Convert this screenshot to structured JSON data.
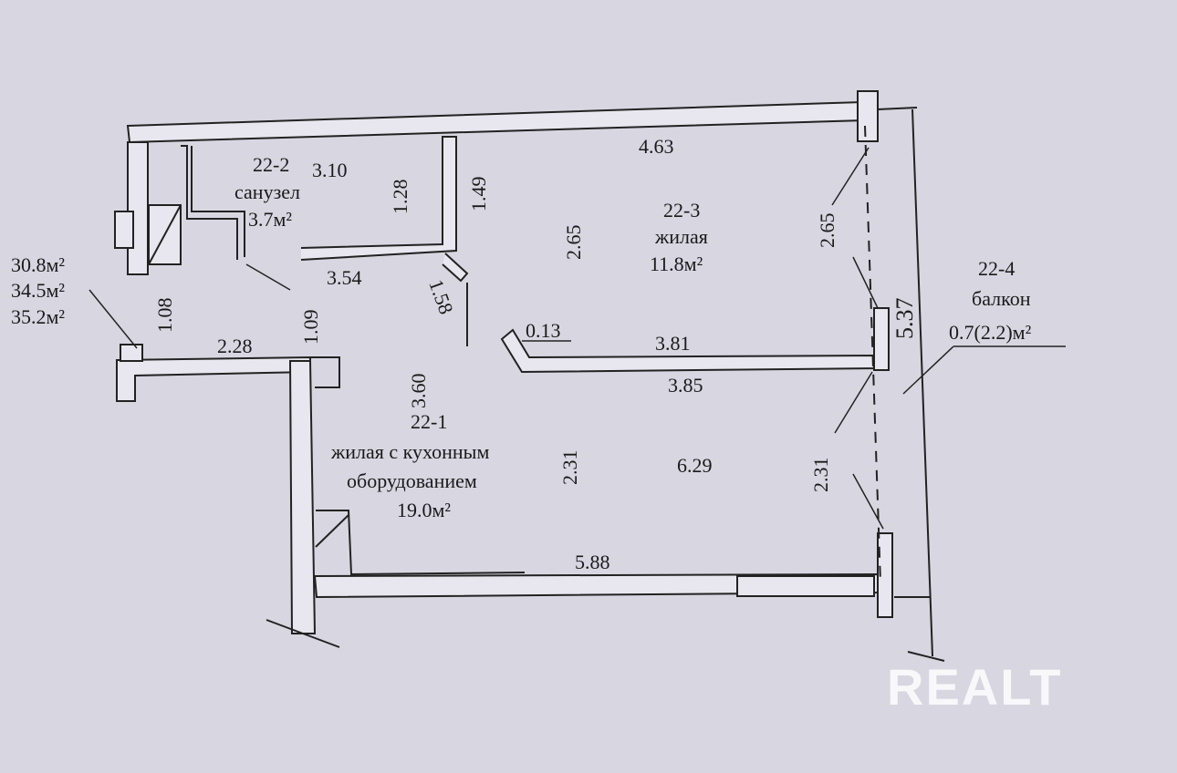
{
  "totals": [
    "30.8м²",
    "34.5м²",
    "35.2м²"
  ],
  "rooms": {
    "bathroom": {
      "number": "22-2",
      "name": "санузел",
      "area": "3.7м²"
    },
    "bedroom": {
      "number": "22-3",
      "name": "жилая",
      "area": "11.8м²"
    },
    "kitchen": {
      "number": "22-1",
      "name_line1": "жилая с кухонным",
      "name_line2": "оборудованием",
      "area": "19.0м²"
    },
    "balcony": {
      "number": "22-4",
      "name": "балкон",
      "area": "0.7(2.2)м²"
    }
  },
  "dimensions": {
    "bath_width": "3.10",
    "bath_depth": "1.28",
    "duct_depth": "1.49",
    "hall_width": "3.54",
    "hall_depth": "1.58",
    "bath_door": "1.09",
    "left_depth": "1.08",
    "left_width": "2.28",
    "bedroom_top": "4.63",
    "bedroom_depth": "2.65",
    "window_upper": "2.65",
    "wall_right": "5.37",
    "partition_gap": "0.13",
    "partition_top": "3.81",
    "partition_bottom": "3.85",
    "kitchen_depth_left": "3.60",
    "kitchen_depth": "2.31",
    "kitchen_width": "6.29",
    "window_lower": "2.31",
    "kitchen_bottom": "5.88"
  },
  "watermark": "REALT"
}
